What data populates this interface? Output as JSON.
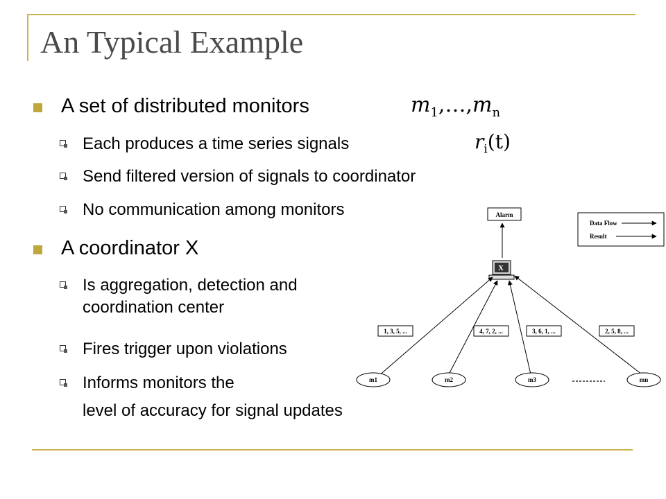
{
  "slide": {
    "title": "An Typical Example",
    "bullets": [
      {
        "text": "A set of distributed monitors",
        "math_main": "m",
        "math_sub1": "1",
        "math_mid": ",…,",
        "math_main2": "m",
        "math_sub2": "n"
      },
      {
        "text": "Each produces a time series signals",
        "math_main": "r",
        "math_sub": "i",
        "math_tail": "(t)"
      },
      {
        "text": "Send filtered version of signals to coordinator"
      },
      {
        "text": "No communication among monitors"
      },
      {
        "text": "A coordinator X"
      },
      {
        "text": "Is aggregation, detection and",
        "text2": "coordination center"
      },
      {
        "text": "Fires trigger upon violations"
      },
      {
        "text": "Informs monitors the",
        "text2": "level of accuracy for signal updates"
      }
    ]
  },
  "diagram": {
    "alarm_label": "Alarm",
    "coordinator_label": "X",
    "legend": {
      "data_flow": "Data Flow",
      "result": "Result"
    },
    "monitors": [
      "m1",
      "m2",
      "m3",
      "mn"
    ],
    "streams": [
      "1, 3, 5, ...",
      "4, 7, 2, ...",
      "3, 6, 1, ...",
      "2, 5, 8, ..."
    ]
  },
  "colors": {
    "accent": "#bfa73b",
    "rule": "#c9b24a",
    "title": "#4a4a4a"
  },
  "icons": {
    "level1_bullet": "gold-square",
    "level2_bullet": "hollow-square",
    "coordinator": "computer-icon"
  }
}
